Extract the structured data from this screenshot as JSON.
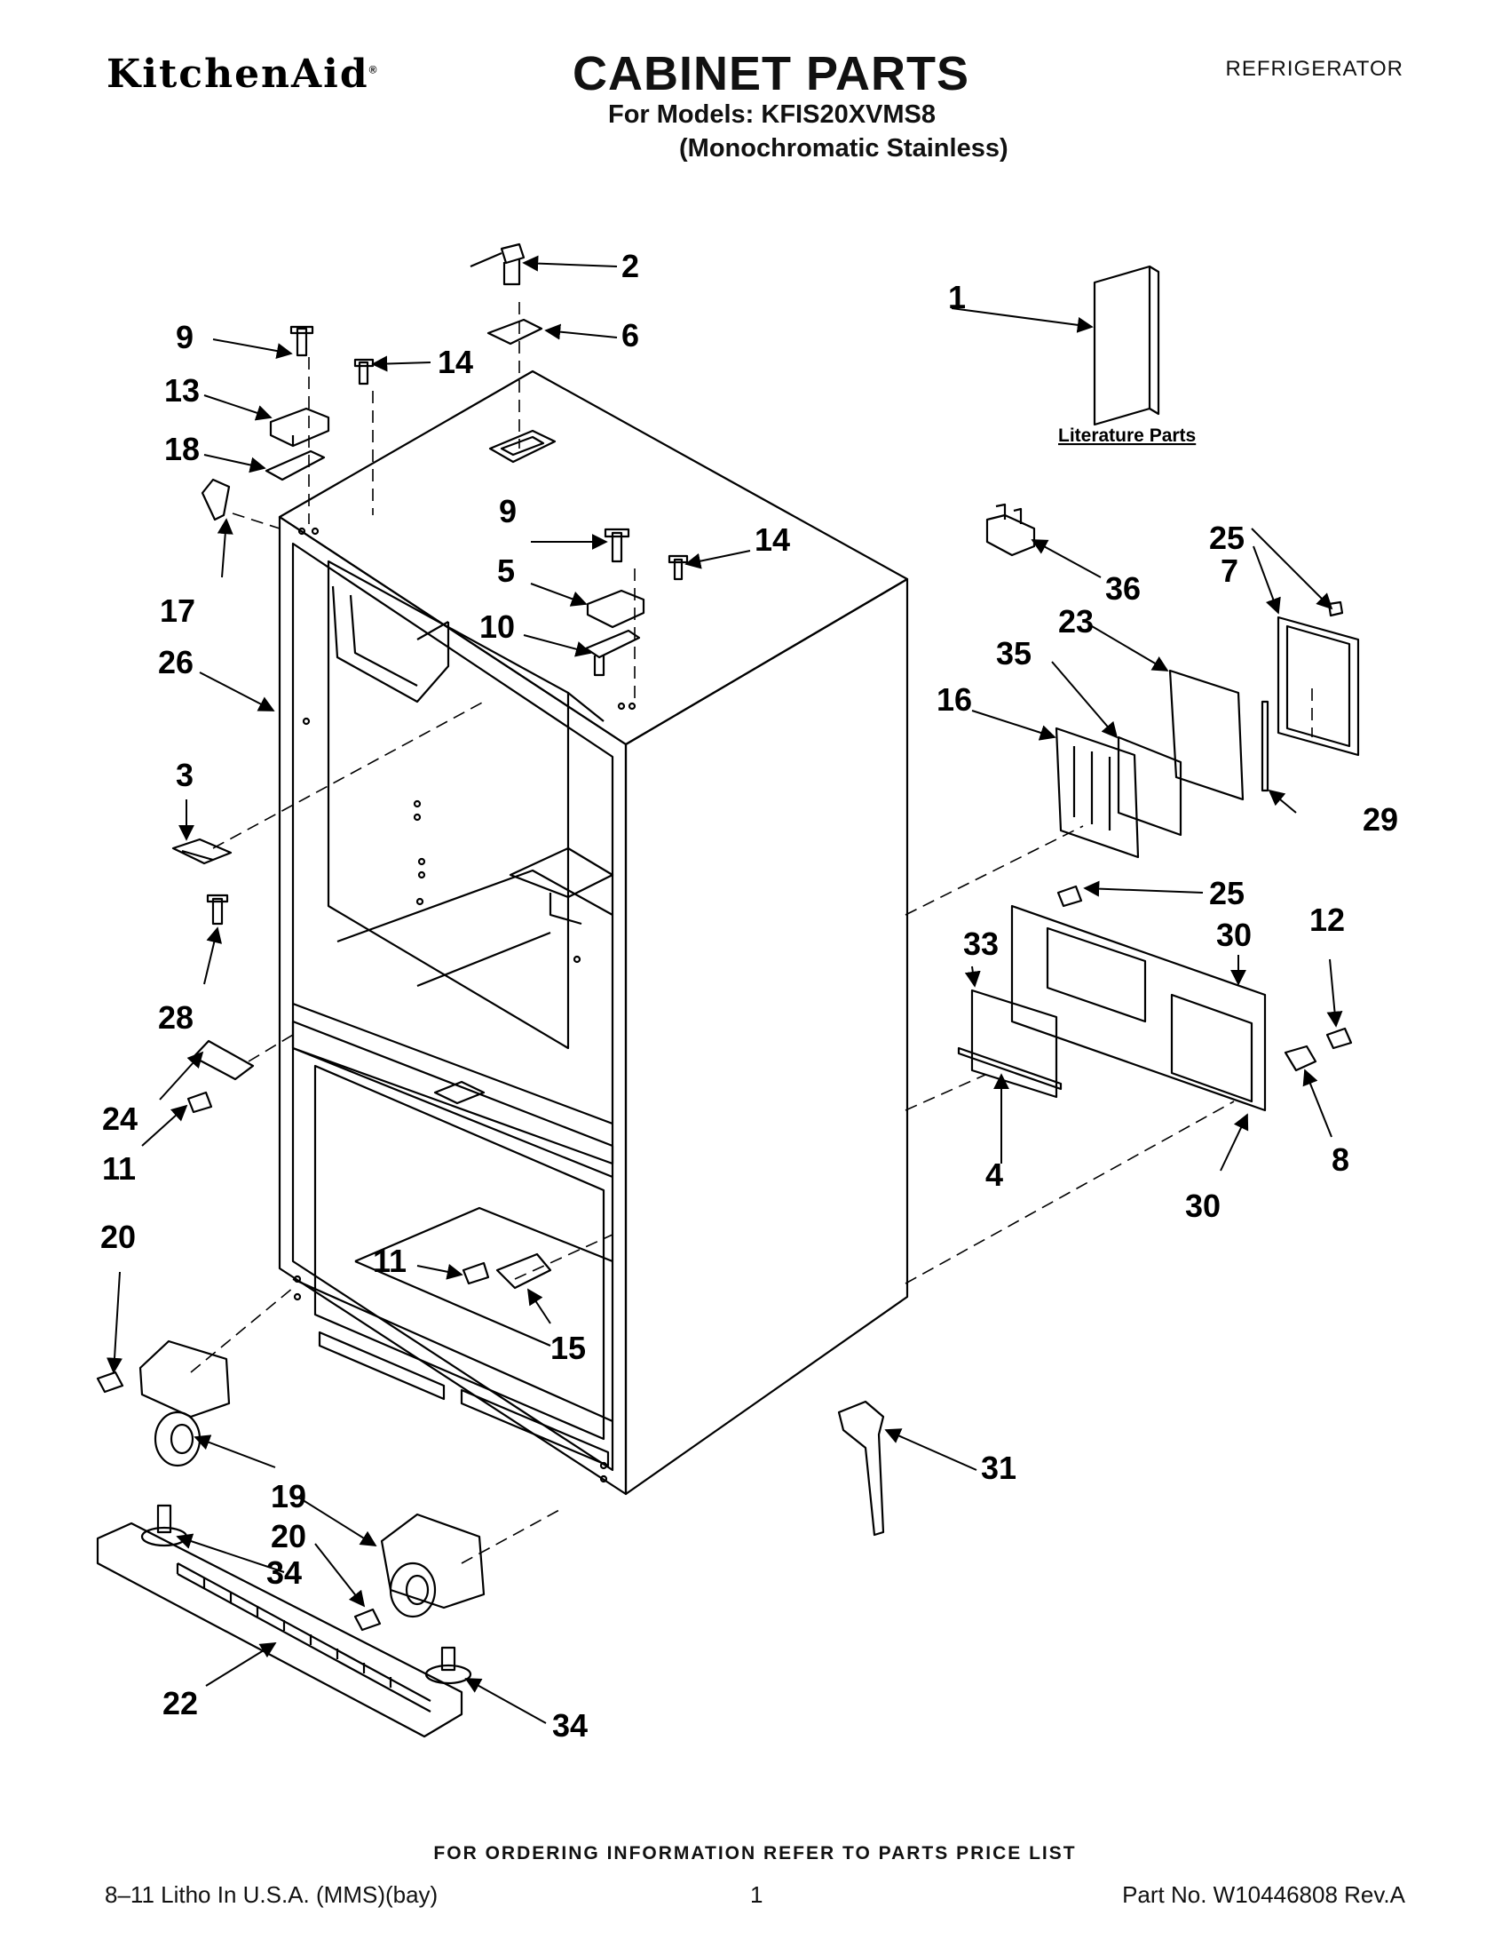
{
  "header": {
    "brand": "KitchenAid",
    "brand_mark": "®",
    "title": "CABINET PARTS",
    "product_type": "REFRIGERATOR",
    "models_label": "For Models: KFIS20XVMS8",
    "variant": "(Monochromatic Stainless)"
  },
  "diagram": {
    "literature_label": "Literature Parts",
    "callouts": [
      {
        "id": "c1",
        "label": "1"
      },
      {
        "id": "c2",
        "label": "2"
      },
      {
        "id": "c3",
        "label": "3"
      },
      {
        "id": "c4",
        "label": "4"
      },
      {
        "id": "c5",
        "label": "5"
      },
      {
        "id": "c6",
        "label": "6"
      },
      {
        "id": "c7",
        "label": "7"
      },
      {
        "id": "c8",
        "label": "8"
      },
      {
        "id": "c9a",
        "label": "9"
      },
      {
        "id": "c9b",
        "label": "9"
      },
      {
        "id": "c10",
        "label": "10"
      },
      {
        "id": "c11a",
        "label": "11"
      },
      {
        "id": "c11b",
        "label": "11"
      },
      {
        "id": "c12",
        "label": "12"
      },
      {
        "id": "c13",
        "label": "13"
      },
      {
        "id": "c14a",
        "label": "14"
      },
      {
        "id": "c14b",
        "label": "14"
      },
      {
        "id": "c15",
        "label": "15"
      },
      {
        "id": "c16",
        "label": "16"
      },
      {
        "id": "c17",
        "label": "17"
      },
      {
        "id": "c18",
        "label": "18"
      },
      {
        "id": "c19",
        "label": "19"
      },
      {
        "id": "c20a",
        "label": "20"
      },
      {
        "id": "c20b",
        "label": "20"
      },
      {
        "id": "c22",
        "label": "22"
      },
      {
        "id": "c23",
        "label": "23"
      },
      {
        "id": "c24",
        "label": "24"
      },
      {
        "id": "c25a",
        "label": "25"
      },
      {
        "id": "c25b",
        "label": "25"
      },
      {
        "id": "c26",
        "label": "26"
      },
      {
        "id": "c28",
        "label": "28"
      },
      {
        "id": "c29",
        "label": "29"
      },
      {
        "id": "c30a",
        "label": "30"
      },
      {
        "id": "c30b",
        "label": "30"
      },
      {
        "id": "c31",
        "label": "31"
      },
      {
        "id": "c33",
        "label": "33"
      },
      {
        "id": "c34a",
        "label": "34"
      },
      {
        "id": "c34b",
        "label": "34"
      },
      {
        "id": "c35",
        "label": "35"
      },
      {
        "id": "c36",
        "label": "36"
      }
    ]
  },
  "footer": {
    "ordering_note": "FOR ORDERING INFORMATION REFER TO PARTS PRICE LIST",
    "litho": "8–11 Litho In U.S.A. (MMS)(bay)",
    "page": "1",
    "part_no": "Part No. W10446808 Rev.A"
  }
}
